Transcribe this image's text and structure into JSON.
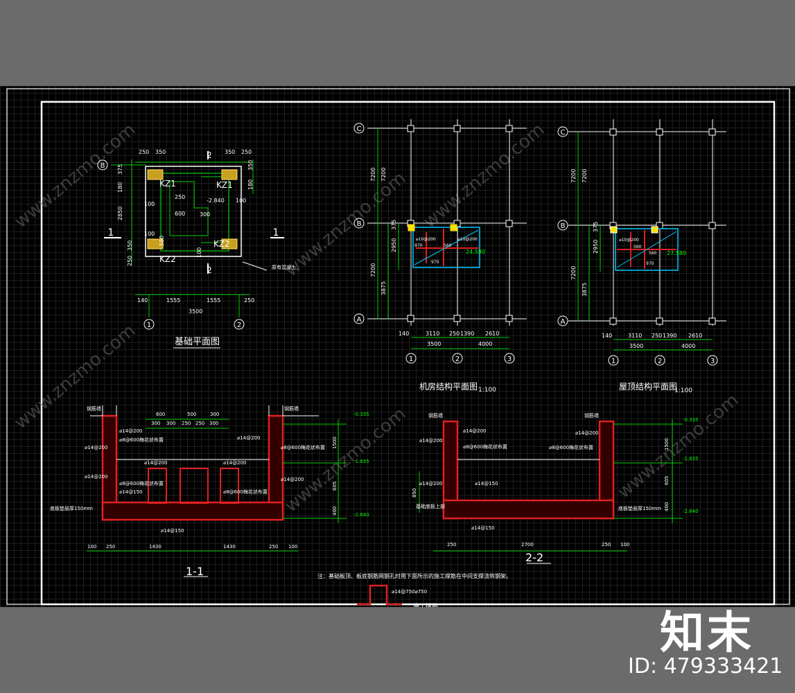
{
  "brand": {
    "name": "知末",
    "id_label": "ID: 479333421",
    "watermark": "www.znzmo.com"
  },
  "foundation_plan": {
    "title": "基础平面图",
    "axes": {
      "left_bottom": "1",
      "right_bottom": "2",
      "left_row": "B",
      "section_left": "1",
      "section_right": "1",
      "section_top": "2",
      "section_bottom": "2"
    },
    "columns": [
      "KZ1",
      "KZ1",
      "KZ2",
      "KZ2"
    ],
    "dims_top": [
      "250",
      "350",
      "350",
      "250"
    ],
    "dims_bottom": [
      "140",
      "1555",
      "1555",
      "250"
    ],
    "dim_total": "3500",
    "dims_left": [
      "375",
      "180",
      "2850",
      "350",
      "250"
    ],
    "dims_right": [
      "350",
      "180"
    ],
    "inner": [
      "100",
      "250",
      "600",
      "300",
      "550",
      "100",
      "100",
      "100"
    ],
    "level": "-2.840",
    "note": "原有混凝土"
  },
  "machine_room_plan": {
    "title": "机房结构平面图",
    "scale": "1:100",
    "axes_row": [
      "C",
      "B",
      "A"
    ],
    "axes_col": [
      "1",
      "2",
      "3"
    ],
    "dims_left": [
      "7200",
      "7200",
      "375",
      "2950",
      "7200",
      "3875"
    ],
    "dims_bottom": [
      "140",
      "3110",
      "250",
      "1390",
      "2610"
    ],
    "dims_bottom_total": [
      "3500",
      "4000"
    ],
    "level": "24.580",
    "rebar": [
      "⌀10@200",
      "970",
      "560",
      "⌀10@200",
      "970"
    ]
  },
  "roof_plan": {
    "title": "屋顶结构平面图",
    "scale": "1:100",
    "axes_row": [
      "C",
      "B",
      "A"
    ],
    "axes_col": [
      "1",
      "2",
      "3"
    ],
    "dims_left": [
      "7200",
      "7200",
      "375",
      "2950",
      "7200",
      "3875"
    ],
    "dims_bottom": [
      "140",
      "3110",
      "250",
      "1390",
      "2610"
    ],
    "dims_bottom_total": [
      "3500",
      "4000"
    ],
    "level": "27.580",
    "rebar": [
      "⌀10@200",
      "560",
      "970",
      "560"
    ]
  },
  "section_1": {
    "title": "1-1",
    "top_dims": [
      "600",
      "500",
      "300"
    ],
    "top_dims2": [
      "300",
      "300",
      "250",
      "250",
      "300"
    ],
    "labels": [
      "⌀14@200",
      "⌀8@600梅花状布置",
      "⌀14@200",
      "⌀14@200",
      "⌀14@200",
      "⌀14@200",
      "⌀8@600梅花状布置",
      "⌀14@150",
      "⌀14@150",
      "⌀8@600梅花状布置"
    ],
    "left_note": "底板垫层厚150mm",
    "wall_label": "钢筋墙",
    "levels": [
      "-0.335",
      "-1.835",
      "-2.840"
    ],
    "right_dims": [
      "1500",
      "605",
      "400"
    ],
    "bottom_dims": [
      "100",
      "250",
      "1430",
      "1430",
      "250",
      "100"
    ]
  },
  "section_2": {
    "title": "2-2",
    "labels": [
      "⌀14@200",
      "⌀8@600梅花状布置",
      "⌀14@200",
      "⌀14@200",
      "⌀8@600梅花状布置",
      "⌀14@150",
      "⌀14@150"
    ],
    "left_note": "基础底板上部",
    "right_note": "底板垫层厚150mm",
    "wall_label": "钢筋墙",
    "levels": [
      "-0.335",
      "-1.835",
      "-2.840"
    ],
    "right_dims": [
      "1500",
      "605",
      "400"
    ],
    "left_dim": "850",
    "bottom_dims": [
      "250",
      "2700",
      "250",
      "100"
    ]
  },
  "footnote": "注：基础板顶、板底钢筋网钢孔时用下面所示的施工撑筋在中间支撑浇筑钢架。",
  "detail_label": "⌀14@750⌀750",
  "detail_caption": "施工撑筋"
}
